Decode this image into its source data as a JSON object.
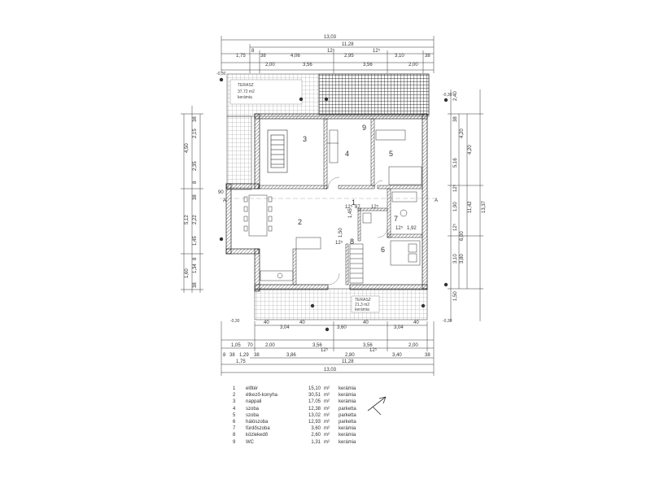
{
  "dims_top": {
    "overall": "13,03",
    "inner": "11,28",
    "row3": [
      "1,75",
      "8",
      "38",
      "4,06",
      "12⁵",
      "2,95",
      "12⁵",
      "3,10",
      "38"
    ],
    "row4": [
      "2,00",
      "3,56",
      "3,56",
      "2,00"
    ]
  },
  "dims_bottom": {
    "row1": [
      "40",
      "3,04",
      "40",
      "3,60",
      "40",
      "3,04",
      "40"
    ],
    "row2": [
      "1,05",
      "70",
      "2,00",
      "3,56",
      "3,56",
      "2,00"
    ],
    "row3": [
      "8",
      "38",
      "1,29",
      "38",
      "3,86",
      "12⁵",
      "2,80",
      "12⁵",
      "3,40",
      "38"
    ],
    "inner": "11,28",
    "row4": [
      "1,75"
    ],
    "overall": "13,03"
  },
  "dims_left": [
    "4,50",
    "2,15",
    "2,35",
    "38",
    "8",
    "5,12",
    "2,22",
    "1,45",
    "1,34",
    "1,60",
    "38",
    "8",
    "38",
    "90"
  ],
  "dims_right": [
    "2,40",
    "4,20",
    "4,20",
    "11,42",
    "13,37",
    "3,10",
    "3,80",
    "6,00",
    "1,50",
    "1,90",
    "5,16",
    "38",
    "12⁵",
    "12⁵"
  ],
  "center_dims": [
    "12⁵",
    "87",
    "12⁵",
    "1,45",
    "1,50",
    "12⁵",
    "1,92",
    "12⁵"
  ],
  "terrace_top": {
    "name": "TERASZ",
    "area": "37,72 m2",
    "material": "kerámia"
  },
  "terrace_bottom": {
    "name": "TERASZ",
    "area": "21,3 m2",
    "material": "kerámia"
  },
  "levels": [
    "-0,30",
    "-0,30",
    "-0,30",
    "-0,30"
  ],
  "room_numbers": [
    "1",
    "2",
    "3",
    "4",
    "5",
    "6",
    "7",
    "8",
    "9"
  ],
  "rooms": [
    {
      "num": "1",
      "name": "előtér",
      "area": "15,10",
      "unit": "m²",
      "material": "kerámia"
    },
    {
      "num": "2",
      "name": "étkező-konyha",
      "area": "30,51",
      "unit": "m²",
      "material": "kerámia"
    },
    {
      "num": "3",
      "name": "nappali",
      "area": "17,05",
      "unit": "m²",
      "material": "kerámia"
    },
    {
      "num": "4",
      "name": "szoba",
      "area": "12,38",
      "unit": "m²",
      "material": "parketta"
    },
    {
      "num": "5",
      "name": "szoba",
      "area": "13,02",
      "unit": "m²",
      "material": "parketta"
    },
    {
      "num": "6",
      "name": "hálószoba",
      "area": "12,93",
      "unit": "m²",
      "material": "parketta"
    },
    {
      "num": "7",
      "name": "fürdőszoba",
      "area": "3,60",
      "unit": "m²",
      "material": "kerámia"
    },
    {
      "num": "8",
      "name": "közlekedő",
      "area": "2,60",
      "unit": "m²",
      "material": "kerámia"
    },
    {
      "num": "9",
      "name": "WC",
      "area": "1,31",
      "unit": "m²",
      "material": "kerámia"
    }
  ],
  "section_marks": [
    "A",
    "A"
  ],
  "colors": {
    "line": "#333333",
    "hatch": "#555555",
    "grid": "#888888"
  }
}
